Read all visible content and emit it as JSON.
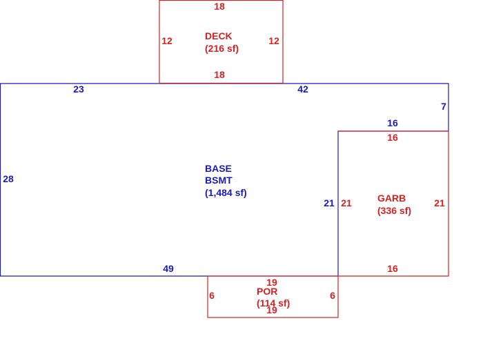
{
  "colors": {
    "base": "#1a1ab8",
    "attached": "#d42020"
  },
  "areas": {
    "deck": {
      "name": "DECK",
      "area": "(216 sf)",
      "dims": {
        "top": "18",
        "bottom": "18",
        "left": "12",
        "right": "12"
      }
    },
    "base": {
      "name_line1": "BASE",
      "name_line2": "BSMT",
      "area": "(1,484 sf)",
      "dims": {
        "top_left": "23",
        "top_right": "42",
        "right_step": "7",
        "inner_top": "16",
        "inner_right": "21",
        "left": "28",
        "bottom": "49"
      }
    },
    "garb": {
      "name": "GARB",
      "area": "(336 sf)",
      "dims": {
        "top": "16",
        "left": "21",
        "right": "21",
        "bottom": "16"
      }
    },
    "por": {
      "name": "POR",
      "area": "(114 sf)",
      "dims": {
        "top": "19",
        "bottom": "19",
        "left": "6",
        "right": "6"
      }
    }
  }
}
